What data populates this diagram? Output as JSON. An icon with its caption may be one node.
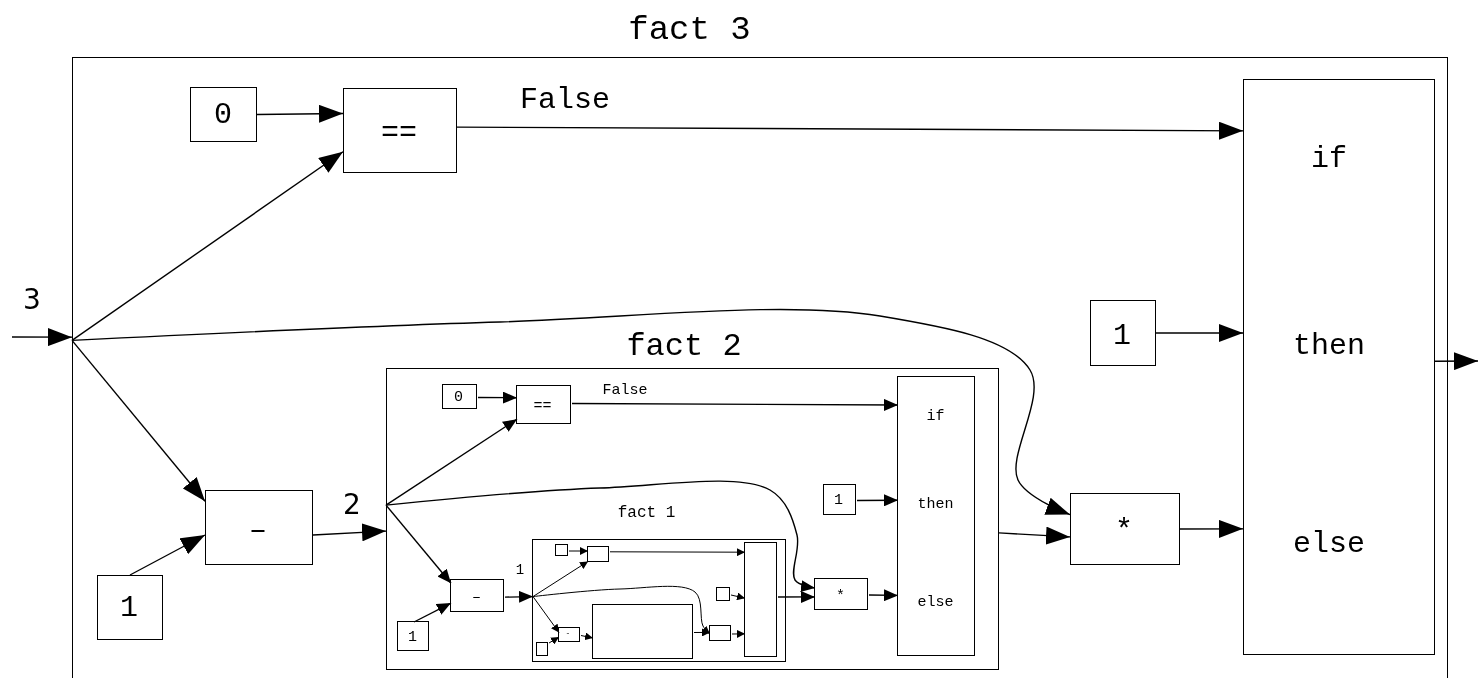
{
  "diagram": {
    "nodes": [
      {
        "text": [
          "fact 3"
        ]
      },
      {
        "text": [
          "0"
        ],
        "in": 0
      },
      {
        "text": [
          "=="
        ],
        "in": 0
      },
      {
        "text": [
          "if",
          "then",
          "else"
        ],
        "in": 0
      },
      {
        "text": [
          "1"
        ],
        "in": 0
      },
      {
        "text": [
          "–"
        ],
        "in": 0
      },
      {
        "text": [
          "1"
        ],
        "in": 0
      },
      {
        "text": [
          "*"
        ],
        "in": 0
      },
      {
        "text": [
          "fact 2"
        ],
        "in": 0
      },
      {
        "text": [
          "0"
        ],
        "in": 8
      },
      {
        "text": [
          "=="
        ],
        "in": 8
      },
      {
        "text": [
          "if",
          "then",
          "else"
        ],
        "in": 8
      },
      {
        "text": [
          "1"
        ],
        "in": 8
      },
      {
        "text": [
          "–"
        ],
        "in": 8
      },
      {
        "text": [
          "1"
        ],
        "in": 8
      },
      {
        "text": [
          "*"
        ],
        "in": 8
      },
      {
        "text": [
          "fact 1"
        ],
        "in": 8
      },
      {
        "text": [],
        "shape": "box",
        "in": 16
      },
      {
        "text": [],
        "shape": "box",
        "in": 16
      },
      {
        "text": [],
        "shape": "box",
        "in": 16
      },
      {
        "text": [],
        "shape": "box",
        "in": 16
      },
      {
        "text": [
          "-"
        ],
        "in": 16
      },
      {
        "text": [],
        "shape": "box",
        "in": 16
      },
      {
        "text": [],
        "shape": "box",
        "in": 16
      },
      {
        "text": [],
        "shape": "box",
        "in": 16
      }
    ],
    "edges": [
      {
        "from": null,
        "to": 0,
        "arrow": "to",
        "label": "3"
      },
      {
        "from": 1,
        "to": 2,
        "arrow": "to"
      },
      {
        "from": 0,
        "to": 2,
        "arrow": "to"
      },
      {
        "from": 2,
        "to": 3,
        "arrow": "to",
        "label": "False"
      },
      {
        "from": 0,
        "to": 7,
        "arrow": "to"
      },
      {
        "from": 0,
        "to": 5,
        "arrow": "to"
      },
      {
        "from": 6,
        "to": 5,
        "arrow": "to"
      },
      {
        "from": 5,
        "to": 8,
        "arrow": "to",
        "label": "2"
      },
      {
        "from": 4,
        "to": 3,
        "arrow": "to"
      },
      {
        "from": 8,
        "to": 7,
        "arrow": "to"
      },
      {
        "from": 7,
        "to": 3,
        "arrow": "to"
      },
      {
        "from": 3,
        "to": null,
        "arrow": "to"
      },
      {
        "from": 9,
        "to": 10,
        "arrow": "to"
      },
      {
        "from": 8,
        "to": 10,
        "arrow": "to"
      },
      {
        "from": 10,
        "to": 11,
        "arrow": "to",
        "label": "False"
      },
      {
        "from": 8,
        "to": 15,
        "arrow": "to"
      },
      {
        "from": 8,
        "to": 13,
        "arrow": "to"
      },
      {
        "from": 14,
        "to": 13,
        "arrow": "to"
      },
      {
        "from": 13,
        "to": 16,
        "arrow": "to",
        "label": "1"
      },
      {
        "from": 12,
        "to": 11,
        "arrow": "to"
      },
      {
        "from": 19,
        "to": 15,
        "arrow": "to"
      },
      {
        "from": 15,
        "to": 11,
        "arrow": "to"
      },
      {
        "from": 17,
        "to": 18,
        "arrow": "to"
      },
      {
        "from": 16,
        "to": 18,
        "arrow": "to"
      },
      {
        "from": 18,
        "to": 19,
        "arrow": "to"
      },
      {
        "from": 16,
        "to": 23,
        "arrow": "to"
      },
      {
        "from": 16,
        "to": 21,
        "arrow": "to"
      },
      {
        "from": 24,
        "to": 21,
        "arrow": "to"
      },
      {
        "from": 21,
        "to": 22,
        "arrow": "to"
      },
      {
        "from": 20,
        "to": 19,
        "arrow": "to"
      },
      {
        "from": 22,
        "to": 23,
        "arrow": "to"
      },
      {
        "from": 23,
        "to": 19,
        "arrow": "to"
      }
    ]
  }
}
